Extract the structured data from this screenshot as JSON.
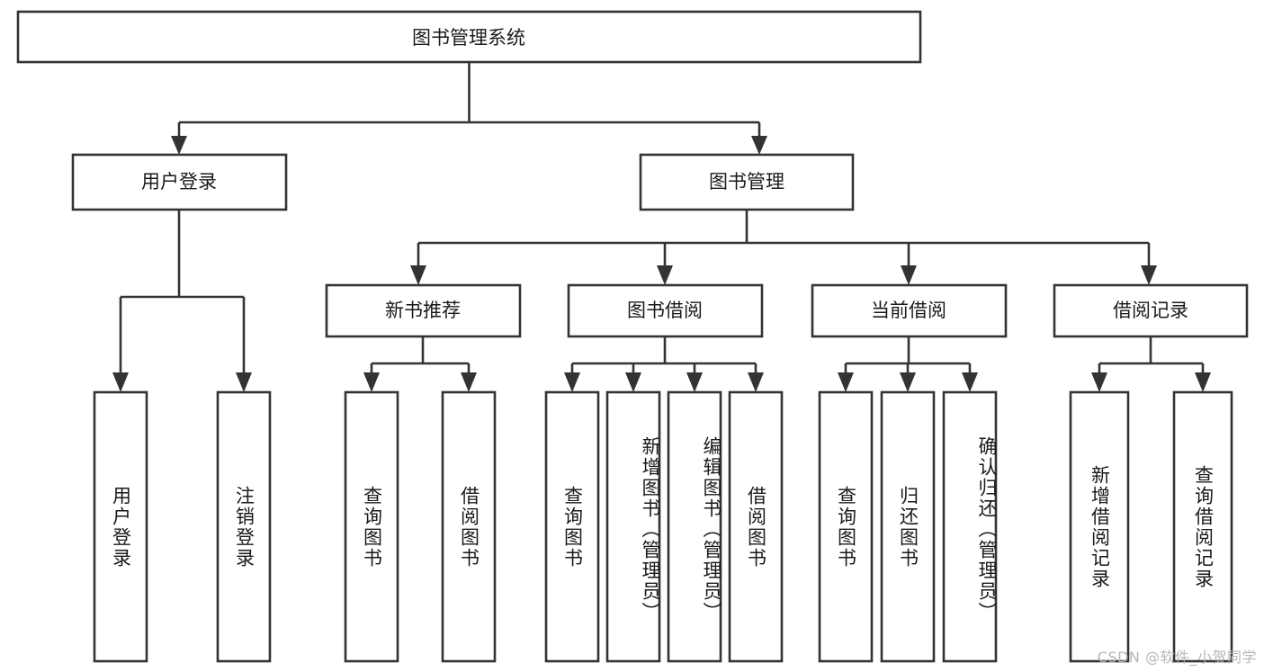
{
  "diagram": {
    "title": "图书管理系统",
    "type": "tree-hierarchy",
    "orientation": "top-down",
    "root": {
      "label": "图书管理系统"
    },
    "level1": [
      {
        "label": "用户登录"
      },
      {
        "label": "图书管理"
      }
    ],
    "level2": [
      {
        "label": "新书推荐"
      },
      {
        "label": "图书借阅"
      },
      {
        "label": "当前借阅"
      },
      {
        "label": "借阅记录"
      }
    ],
    "leaves": {
      "user_login": [
        {
          "label": "用户登录"
        },
        {
          "label": "注销登录"
        }
      ],
      "new_book_recommend": [
        {
          "label": "查询图书"
        },
        {
          "label": "借阅图书"
        }
      ],
      "book_borrow": [
        {
          "label": "查询图书"
        },
        {
          "label": "新增图书（管理员）"
        },
        {
          "label": "编辑图书（管理员）"
        },
        {
          "label": "借阅图书"
        }
      ],
      "current_borrow": [
        {
          "label": "查询图书"
        },
        {
          "label": "归还图书"
        },
        {
          "label": "确认归还（管理员）"
        }
      ],
      "borrow_record": [
        {
          "label": "新增借阅记录"
        },
        {
          "label": "查询借阅记录"
        }
      ]
    }
  },
  "watermark": {
    "text": "CSDN @软件_小贺同学"
  },
  "colors": {
    "box_stroke": "#333333",
    "box_fill": "#ffffff",
    "text": "#1a1a1a",
    "watermark": "#b6b6b6",
    "background": "#ffffff"
  }
}
